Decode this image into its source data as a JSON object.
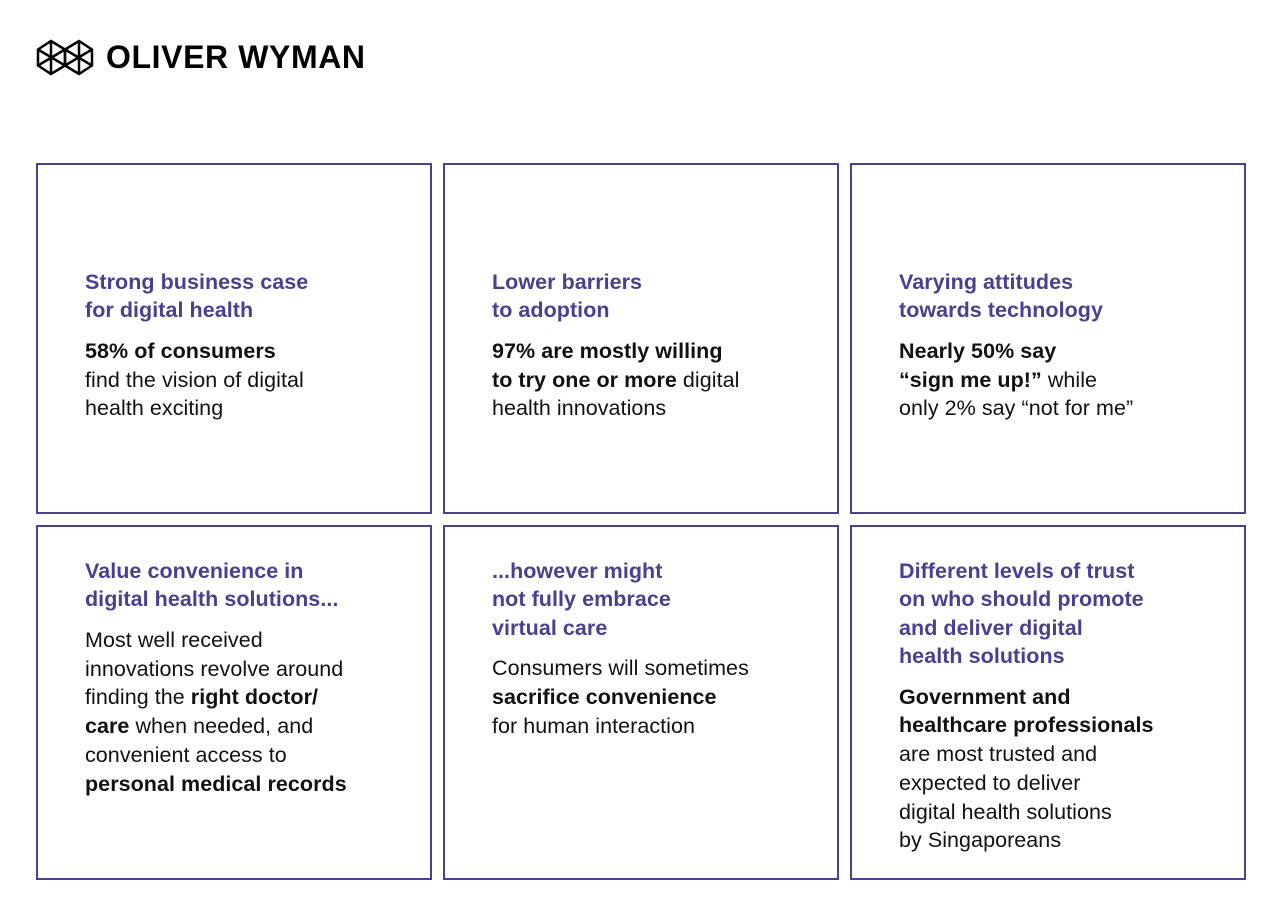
{
  "brand": {
    "logo_icon": "oliver-wyman-hexagon-mark",
    "name": "OLIVER WYMAN"
  },
  "colors": {
    "accent_purple": "#4a3f91",
    "heading_purple": "#4a3f91",
    "body_text": "#111111",
    "background": "#ffffff",
    "card_border": "#4a3f91"
  },
  "cards": [
    {
      "id": "strong-business-case",
      "heading_lines": [
        "Strong business case",
        "for digital health"
      ],
      "body_segments": [
        {
          "text": "58% of consumers",
          "bold": true,
          "break_after": true
        },
        {
          "text": "find the vision of digital",
          "bold": false,
          "break_after": true
        },
        {
          "text": "health exciting",
          "bold": false,
          "break_after": false
        }
      ],
      "body_plain": "58% of consumers find the vision of digital health exciting"
    },
    {
      "id": "lower-barriers-to-adoption",
      "heading_lines": [
        "Lower barriers",
        "to adoption"
      ],
      "body_segments": [
        {
          "text": "97% are mostly willing",
          "bold": true,
          "break_after": true
        },
        {
          "text": "to try one or more",
          "bold": true,
          "break_after": false
        },
        {
          "text": " digital",
          "bold": false,
          "break_after": true
        },
        {
          "text": "health innovations",
          "bold": false,
          "break_after": false
        }
      ],
      "body_plain": "97% are mostly willing to try one or more digital health innovations"
    },
    {
      "id": "varying-attitudes-towards-technology",
      "heading_lines": [
        "Varying attitudes",
        "towards technology"
      ],
      "body_segments": [
        {
          "text": "Nearly 50% say",
          "bold": true,
          "break_after": true
        },
        {
          "text": "“sign me up!”",
          "bold": true,
          "break_after": false
        },
        {
          "text": " while",
          "bold": false,
          "break_after": true
        },
        {
          "text": "only 2% say “not for me”",
          "bold": false,
          "break_after": false
        }
      ],
      "body_plain": "Nearly 50% say “sign me up!” while only 2% say “not for me”"
    },
    {
      "id": "value-convenience",
      "heading_lines": [
        "Value convenience in",
        "digital health solutions..."
      ],
      "body_segments": [
        {
          "text": "Most well received",
          "bold": false,
          "break_after": true
        },
        {
          "text": "innovations revolve around",
          "bold": false,
          "break_after": true
        },
        {
          "text": "finding the ",
          "bold": false,
          "break_after": false
        },
        {
          "text": "right doctor/",
          "bold": true,
          "break_after": true
        },
        {
          "text": "care",
          "bold": true,
          "break_after": false
        },
        {
          "text": " when needed, and",
          "bold": false,
          "break_after": true
        },
        {
          "text": "convenient access to",
          "bold": false,
          "break_after": true
        },
        {
          "text": "personal medical records",
          "bold": true,
          "break_after": false
        }
      ],
      "body_plain": "Most well received innovations revolve around finding the right doctor/care when needed, and convenient access to personal medical records"
    },
    {
      "id": "not-fully-embrace-virtual-care",
      "heading_lines": [
        "...however might",
        "not fully embrace",
        "virtual care"
      ],
      "body_segments": [
        {
          "text": "Consumers will sometimes",
          "bold": false,
          "break_after": true
        },
        {
          "text": "sacrifice convenience",
          "bold": true,
          "break_after": true
        },
        {
          "text": "for human interaction",
          "bold": false,
          "break_after": false
        }
      ],
      "body_plain": "Consumers will sometimes sacrifice convenience for human interaction"
    },
    {
      "id": "different-levels-of-trust",
      "heading_lines": [
        "Different levels of trust",
        "on who should promote",
        "and deliver digital",
        "health solutions"
      ],
      "body_segments": [
        {
          "text": "Government and",
          "bold": true,
          "break_after": true
        },
        {
          "text": "healthcare professionals",
          "bold": true,
          "break_after": true
        },
        {
          "text": "are most trusted and",
          "bold": false,
          "break_after": true
        },
        {
          "text": "expected to deliver",
          "bold": false,
          "break_after": true
        },
        {
          "text": "digital health solutions",
          "bold": false,
          "break_after": true
        },
        {
          "text": "by Singaporeans",
          "bold": false,
          "break_after": false
        }
      ],
      "body_plain": "Government and healthcare professionals are most trusted and expected to deliver digital health solutions by Singaporeans"
    }
  ]
}
